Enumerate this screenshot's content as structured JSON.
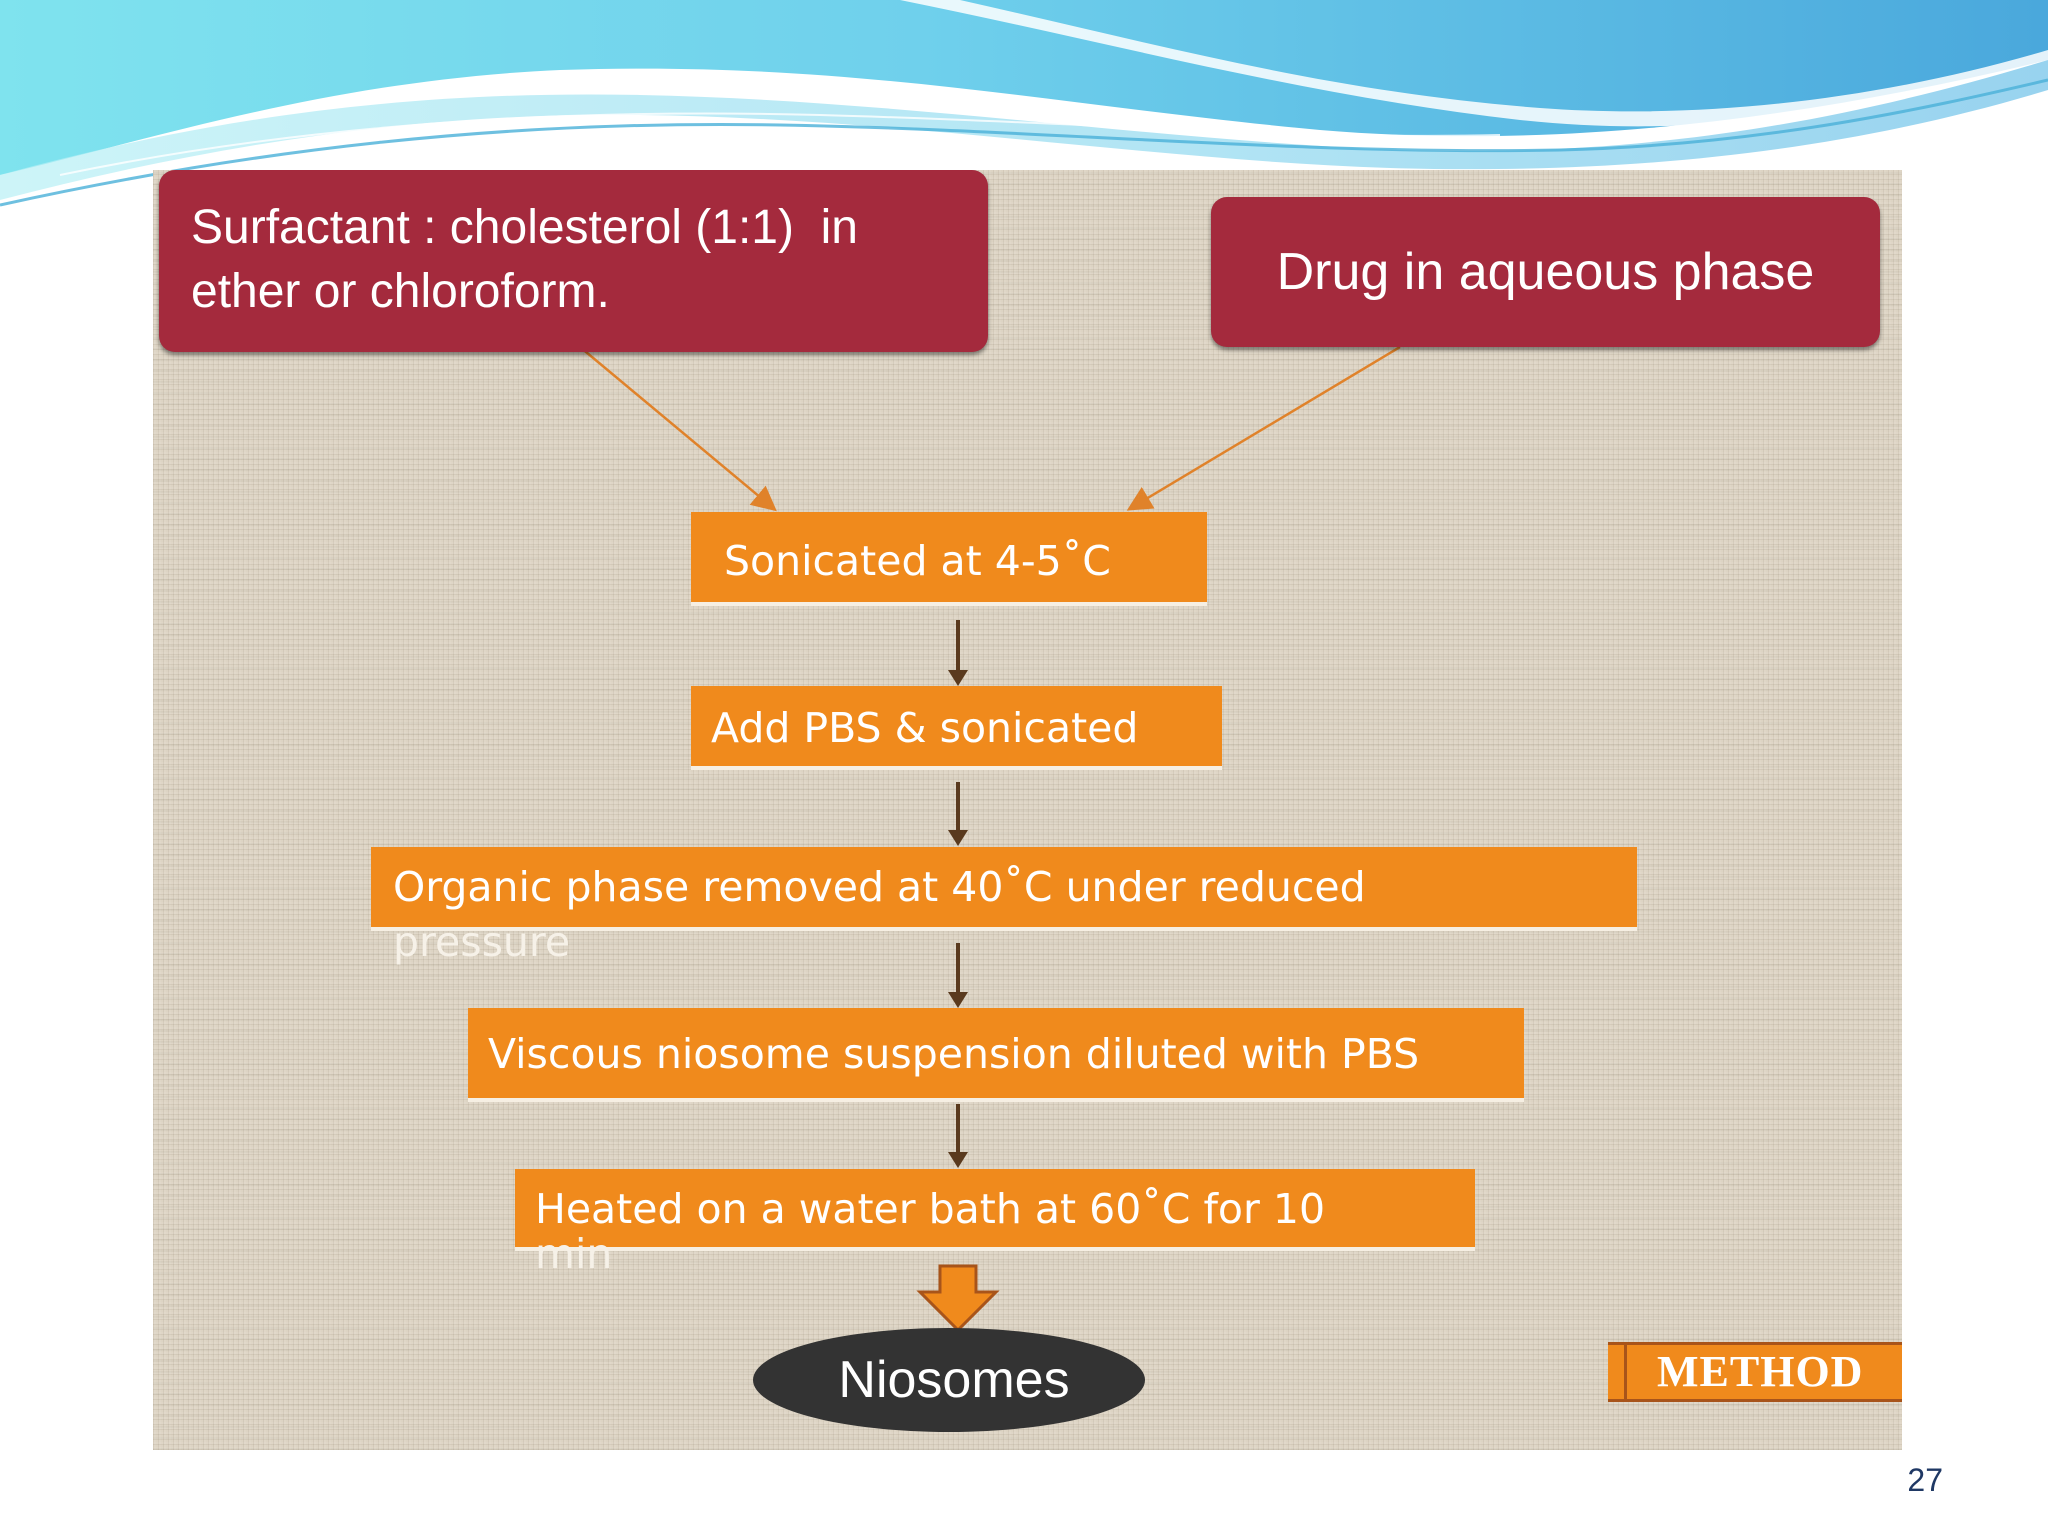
{
  "slide": {
    "page_number": "27"
  },
  "inputs": {
    "surfactant": {
      "line1": "Surfactant : cholesterol (1:1)  in",
      "line2": "ether or chloroform."
    },
    "drug": "Drug in aqueous phase"
  },
  "steps": [
    {
      "text": "Sonicated at 4-5˚C"
    },
    {
      "text": "Add PBS & sonicated"
    },
    {
      "text": "Organic phase removed at 40˚C under reduced",
      "overflow": "pressure"
    },
    {
      "text": "Viscous niosome suspension diluted with PBS"
    },
    {
      "text": "Heated on a water bath at 60˚C for 10",
      "overflow": "min"
    }
  ],
  "result": "Niosomes",
  "method_tag": "METHOD",
  "colors": {
    "input_box": "#a42a3d",
    "step_box": "#f08a1c",
    "result_node": "#333333",
    "arrow": "#e0822a",
    "connector": "#5a3a1e",
    "page_number": "#1f3864"
  }
}
